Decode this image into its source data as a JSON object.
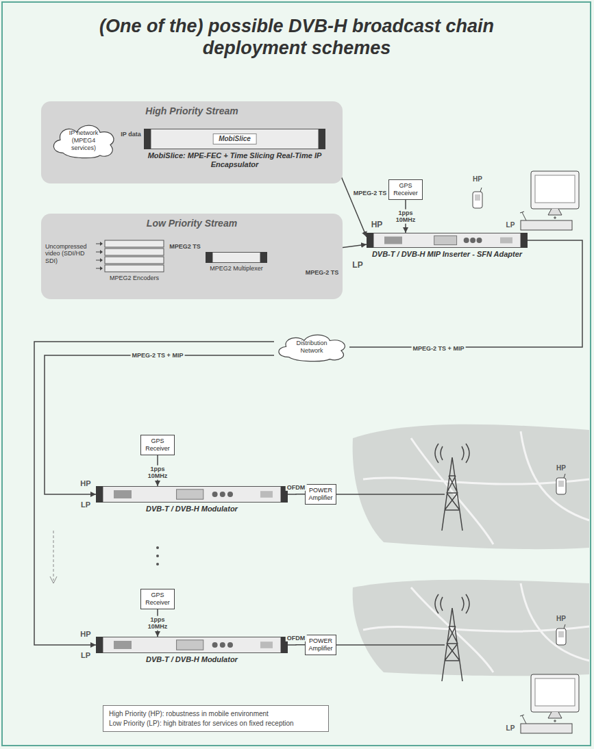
{
  "diagram": {
    "title": "(One of the) possible DVB-H broadcast chain deployment schemes",
    "nodes": [
      {
        "text": [
          "High Priority Stream"
        ]
      },
      {
        "text": [
          "IP network (MPEG4 services)"
        ],
        "in": 0
      },
      {
        "text": [
          "MobiSlice",
          "MobiSlice: MPE-FEC + Time Slicing Real-Time IP Encapsulator"
        ],
        "in": 0
      },
      {
        "text": [
          "Low Priority Stream"
        ]
      },
      {
        "text": [
          "MPEG2 Encoders"
        ],
        "in": 3
      },
      {
        "text": [
          "MPEG2 Multiplexer"
        ],
        "in": 3
      },
      {
        "text": [
          "GPS Receiver"
        ]
      },
      {
        "text": [
          "DVB-T / DVB-H MIP Inserter - SFN Adapter"
        ]
      },
      {
        "text": [
          "Distribution Network"
        ]
      },
      {
        "text": [
          "GPS Receiver"
        ]
      },
      {
        "text": [
          "DVB-T / DVB-H Modulator"
        ]
      },
      {
        "text": [
          "POWER Amplifier"
        ]
      },
      {
        "text": [
          "GPS Receiver"
        ]
      },
      {
        "text": [
          "DVB-T / DVB-H Modulator"
        ]
      },
      {
        "text": [
          "POWER Amplifier"
        ]
      },
      {
        "text": [
          "High Priority (HP): robustness in mobile environment",
          "Low Priority (LP): high bitrates for services on fixed reception"
        ]
      }
    ],
    "edges": [
      {
        "from": 1,
        "to": 2,
        "label": "IP data",
        "arrow": "to"
      },
      {
        "from": 2,
        "to": 7,
        "label": "MPEG-2 TS",
        "arrow": "to"
      },
      {
        "from": 4,
        "to": 5,
        "label": "MPEG2 TS",
        "arrow": "to"
      },
      {
        "from": 5,
        "to": 7,
        "label": "MPEG-2 TS",
        "arrow": "to"
      },
      {
        "from": 6,
        "to": 7,
        "label": "1pps 10MHz",
        "arrow": "to"
      },
      {
        "from": 7,
        "to": 8,
        "label": "MPEG-2 TS + MIP",
        "arrow": "none"
      },
      {
        "from": 8,
        "to": 10,
        "label": "MPEG-2 TS + MIP",
        "arrow": "to"
      },
      {
        "from": 8,
        "to": 13,
        "arrow": "to"
      },
      {
        "from": 9,
        "to": 10,
        "label": "1pps 10MHz",
        "arrow": "to"
      },
      {
        "from": 10,
        "to": 11,
        "label": "OFDM",
        "arrow": "none"
      },
      {
        "from": 12,
        "to": 13,
        "label": "1pps 10MHz",
        "arrow": "to"
      },
      {
        "from": 13,
        "to": 14,
        "label": "OFDM",
        "arrow": "none"
      }
    ],
    "labels": [
      "HP",
      "LP",
      "Uncompressed video (SDI/HD SDI)",
      "HP",
      "LP",
      "HP",
      "LP",
      "HP",
      "HP",
      "LP",
      "HP",
      "LP"
    ]
  }
}
